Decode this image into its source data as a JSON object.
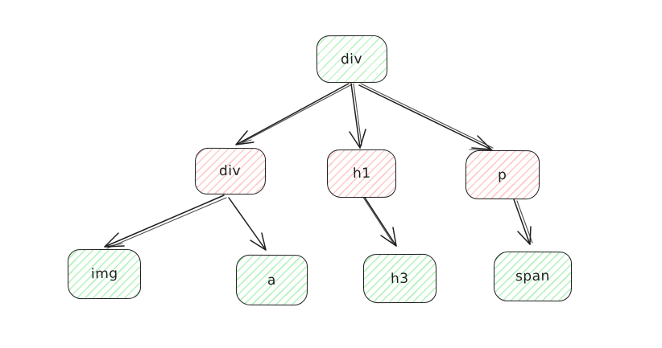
{
  "diagram": {
    "kind": "tree",
    "nodes": [
      {
        "id": "root-div",
        "label": "div",
        "fill": "green"
      },
      {
        "id": "div",
        "label": "div",
        "fill": "red"
      },
      {
        "id": "h1",
        "label": "h1",
        "fill": "red"
      },
      {
        "id": "p",
        "label": "p",
        "fill": "red"
      },
      {
        "id": "img",
        "label": "img",
        "fill": "green"
      },
      {
        "id": "a",
        "label": "a",
        "fill": "green"
      },
      {
        "id": "h3",
        "label": "h3",
        "fill": "green"
      },
      {
        "id": "span",
        "label": "span",
        "fill": "green"
      }
    ],
    "edges": [
      {
        "from": "root-div",
        "to": "div"
      },
      {
        "from": "root-div",
        "to": "h1"
      },
      {
        "from": "root-div",
        "to": "p"
      },
      {
        "from": "div",
        "to": "img"
      },
      {
        "from": "div",
        "to": "a"
      },
      {
        "from": "h1",
        "to": "h3"
      },
      {
        "from": "p",
        "to": "span"
      }
    ],
    "colors": {
      "green_fill": "#b2f2bb",
      "red_fill": "#ffc9c9",
      "stroke": "#1e1e1e",
      "background": "#ffffff"
    }
  }
}
